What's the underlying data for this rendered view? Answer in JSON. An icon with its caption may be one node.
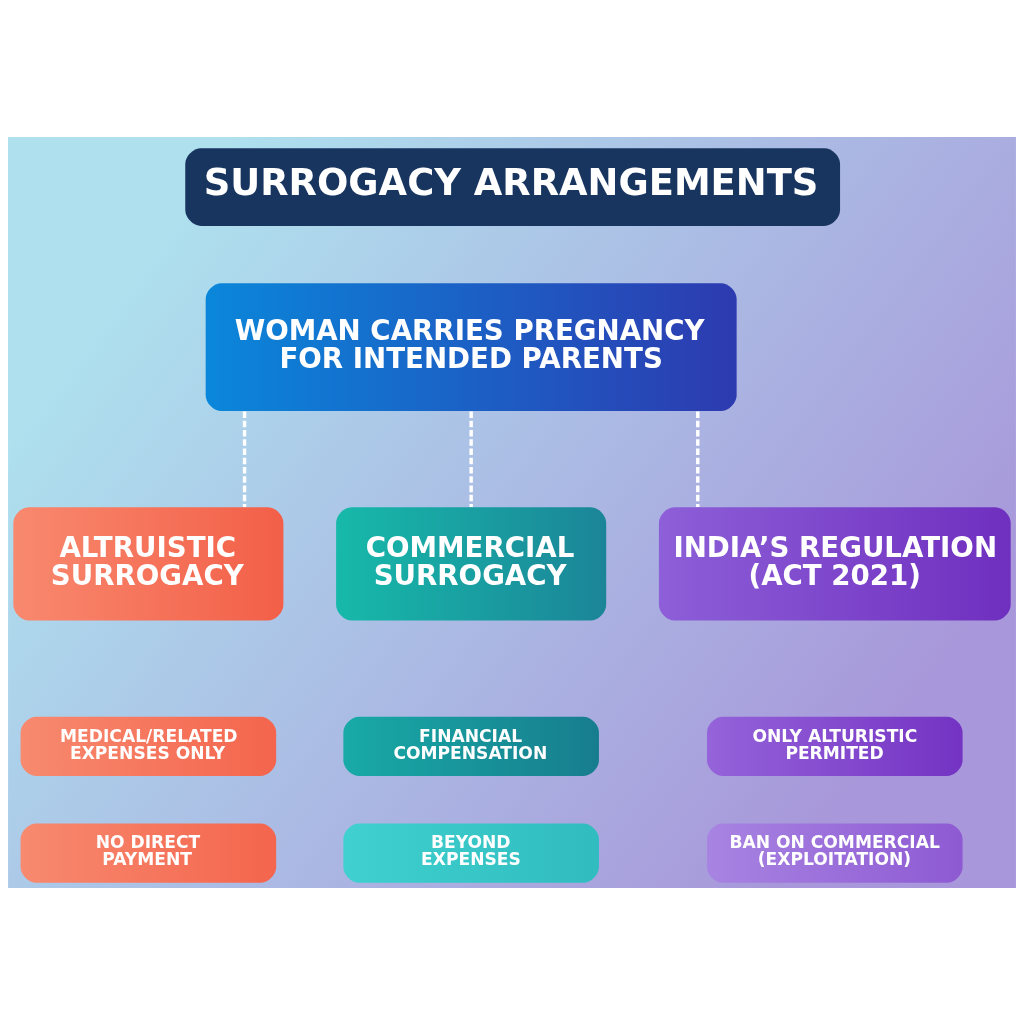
{
  "diagram": {
    "title": "SURROGACY ARRANGEMENTS",
    "nodes": [
      {
        "text": [
          "WOMAN CARRIES PREGNANCY FOR INTENDED PARENTS"
        ]
      },
      {
        "text": [
          "ALTRUISTIC SURROGACY"
        ]
      },
      {
        "text": [
          "COMMERCIAL SURROGACY"
        ]
      },
      {
        "text": [
          "INDIA’S REGULATION (ACT 2021)"
        ]
      },
      {
        "text": [
          "MEDICAL/RELATED EXPENSES ONLY"
        ]
      },
      {
        "text": [
          "FINANCIAL COMPENSATION"
        ]
      },
      {
        "text": [
          "ONLY ALTURISTIC PERMITED"
        ]
      },
      {
        "text": [
          "NO DIRECT PAYMENT"
        ]
      },
      {
        "text": [
          "BEYOND EXPENSES"
        ]
      },
      {
        "text": [
          "BAN ON COMMERCIAL (EXPLOITATION)"
        ]
      }
    ],
    "edges": [
      {
        "from": 0,
        "to": 1,
        "arrow": "none",
        "style": "dashed"
      },
      {
        "from": 0,
        "to": 2,
        "arrow": "none",
        "style": "dashed"
      },
      {
        "from": 0,
        "to": 3,
        "arrow": "none",
        "style": "dashed"
      }
    ]
  }
}
